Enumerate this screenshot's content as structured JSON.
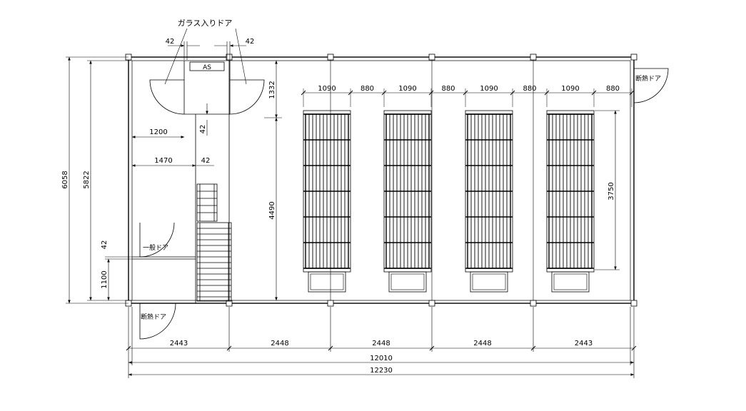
{
  "labels": {
    "glass_door": "ガラス入りドア",
    "insulated_door_right": "断熱ドア",
    "insulated_door_bottom": "断熱ドア",
    "general_door": "一般ドア",
    "as_box": "AS"
  },
  "dimensions": {
    "door_left_gap": "42",
    "door_right_gap": "42",
    "total_height_outer": "6058",
    "total_height_inner": "5822",
    "height_1100": "1100",
    "gap_42_left": "42",
    "top_section": "1332",
    "middle_section": "4490",
    "width_1200": "1200",
    "width_1470": "1470",
    "gap_42_a": "42",
    "gap_42_b": "42",
    "rack_widths": [
      "1090",
      "880",
      "1090",
      "880",
      "1090",
      "880",
      "1090",
      "880"
    ],
    "rack_length": "3750",
    "bottom_bays": [
      "2443",
      "2448",
      "2448",
      "2448",
      "2443"
    ],
    "total_inner_width": "12010",
    "total_outer_width": "12230"
  },
  "colors": {
    "line": "#000000",
    "background": "#ffffff"
  }
}
